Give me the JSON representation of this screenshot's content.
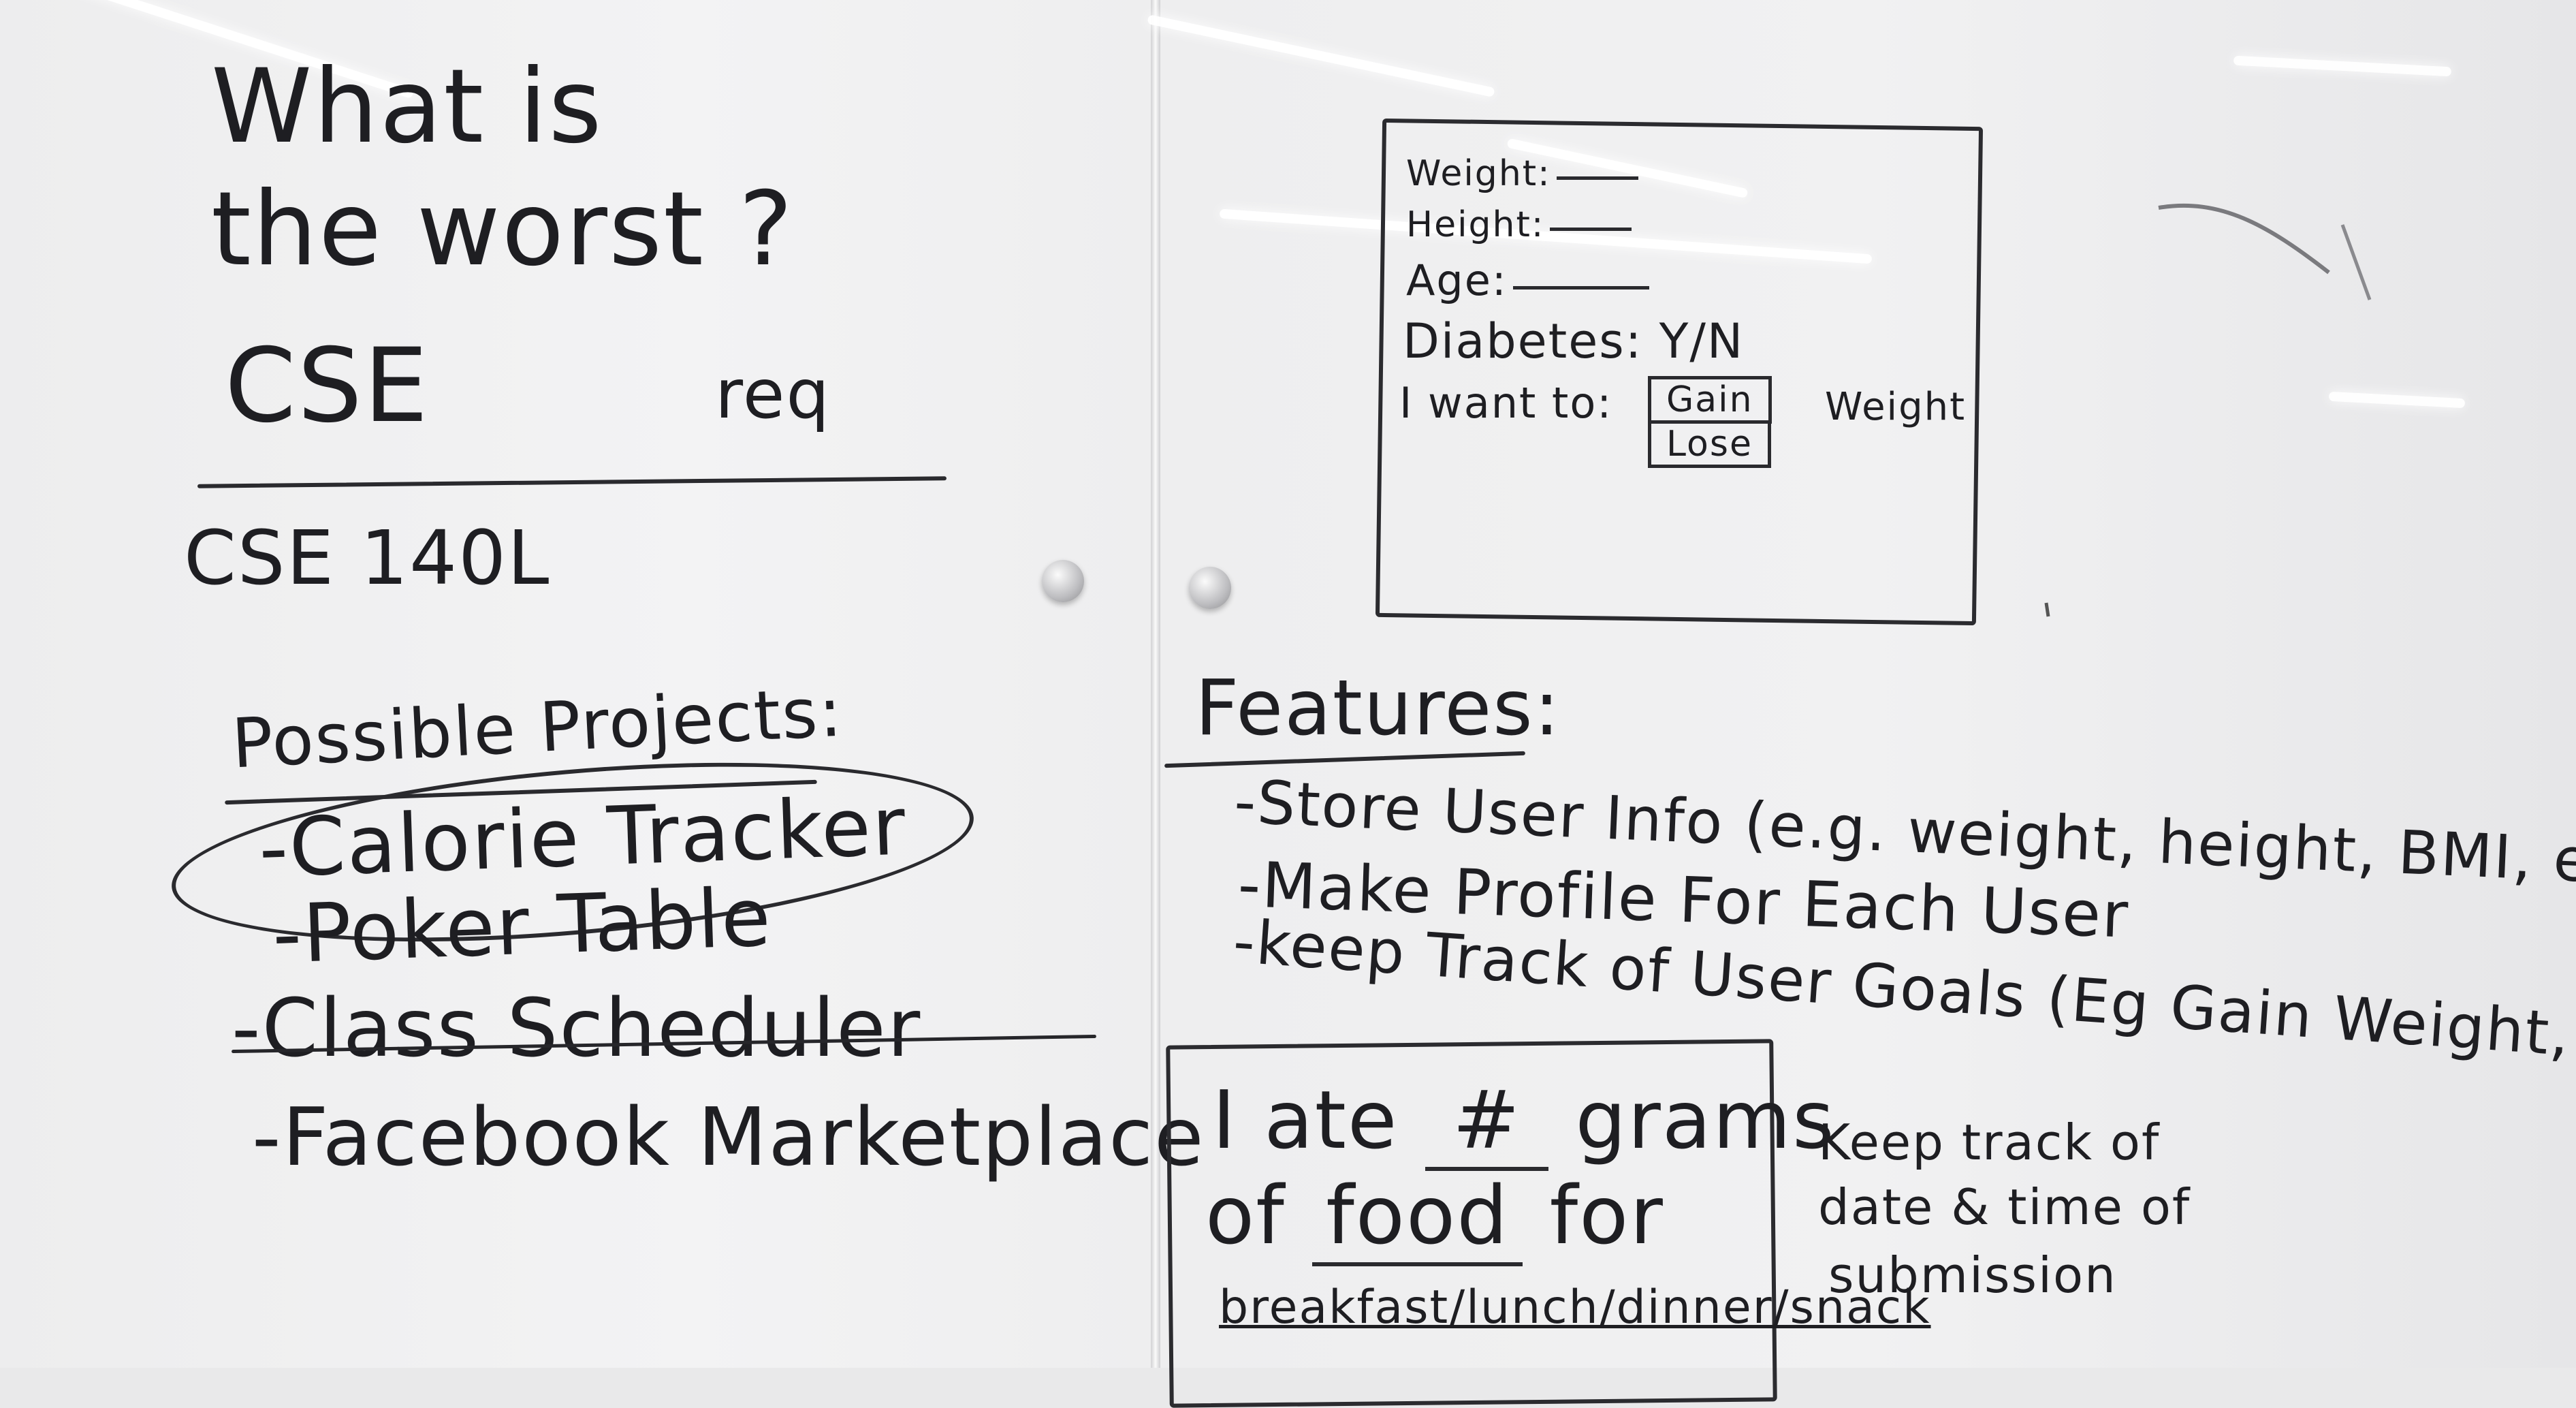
{
  "left_panel": {
    "question_line1": "What is",
    "question_line2": "the worst ?",
    "question_line3_a": "CSE",
    "question_line3_b": "req",
    "answer": "CSE 140L",
    "projects_heading": "Possible Projects:",
    "projects": [
      {
        "label": "-Calorie Tracker",
        "circled": true,
        "struck": false
      },
      {
        "label": "-Poker Table",
        "circled": false,
        "struck": false
      },
      {
        "label": "-Class Scheduler",
        "circled": false,
        "struck": true
      },
      {
        "label": "-Facebook Marketplace",
        "circled": false,
        "struck": false
      }
    ]
  },
  "form_sketch": {
    "fields": [
      "Weight:",
      "Height:",
      "Age:"
    ],
    "diabetes": "Diabetes: Y/N",
    "goal_prefix": "I want to:",
    "goal_options": [
      "Gain",
      "Lose"
    ],
    "goal_suffix": "Weight"
  },
  "features": {
    "heading": "Features:",
    "items": [
      "-Store User Info (e.g. weight, height, BMI, etc.)",
      "-Make Profile For Each User",
      "-keep Track of User Goals (Eg Gain Weight, Lose Weight)"
    ]
  },
  "food_log": {
    "line1_a": "I ate",
    "line1_blank": "#",
    "line1_b": "grams",
    "line2_a": "of",
    "line2_blank": "food",
    "line2_b": "for",
    "line3": "breakfast/lunch/dinner/snack",
    "side_note_1": "Keep track of",
    "side_note_2": "date & time of",
    "side_note_3": "submission"
  }
}
